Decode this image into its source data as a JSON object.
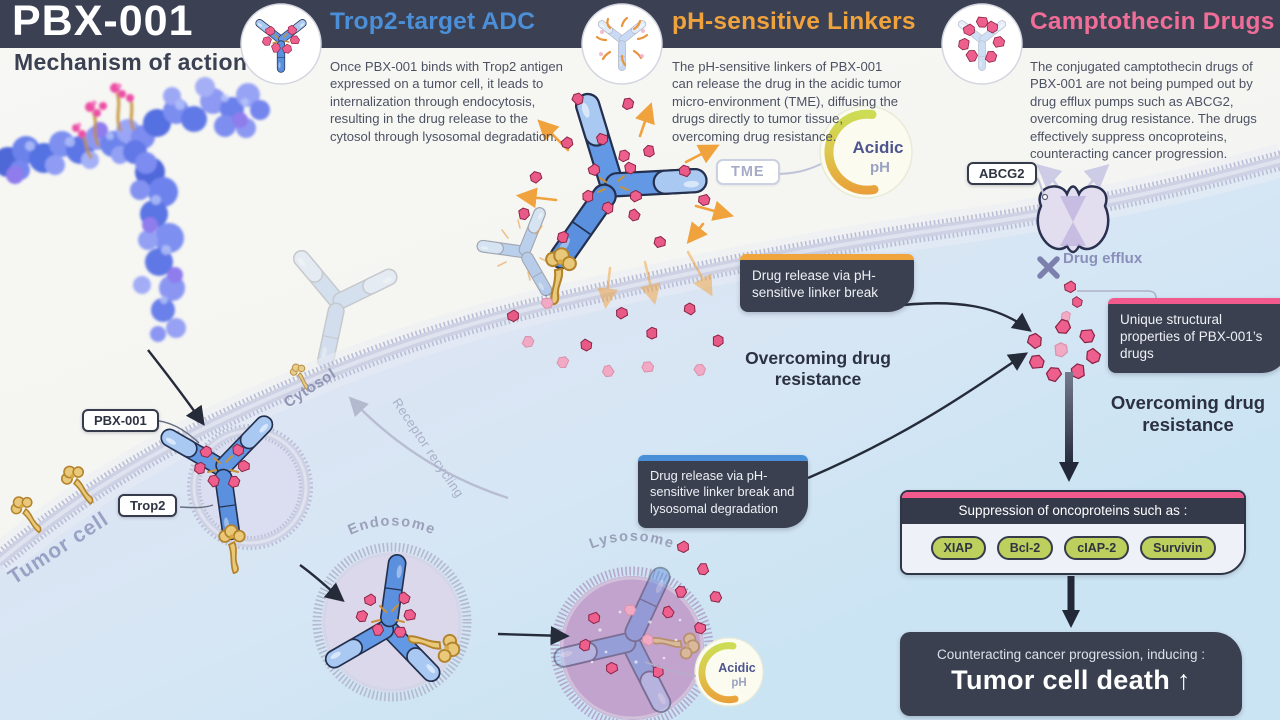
{
  "header": {
    "product": "PBX-001",
    "subtitle": "Mechanism of action"
  },
  "sections": [
    {
      "title": "Trop2-target ADC",
      "accent": "#4a8fd8",
      "description": "Once PBX-001 binds with Trop2 antigen expressed on a tumor cell, it leads to internalization through endocytosis, resulting in the drug release to the cytosol through lysosomal degradation."
    },
    {
      "title": "pH-sensitive Linkers",
      "accent": "#f0a23c",
      "description": "The pH-sensitive linkers of PBX-001 can release the drug in the acidic tumor micro-environment (TME), diffusing the drugs directly to tumor tissue, overcoming drug resistance."
    },
    {
      "title": "Camptothecin Drugs",
      "accent": "#ef6d97",
      "description": "The conjugated camptothecin drugs of PBX-001 are not being pumped out by drug efflux pumps such as ABCG2, overcoming drug resistance. The drugs effectively suppress oncoproteins, counteracting cancer progression."
    }
  ],
  "labels": {
    "pbx001": "PBX-001",
    "trop2": "Trop2",
    "tme": "TME",
    "abcg2": "ABCG2",
    "drug_efflux": "Drug efflux",
    "tumor_cell": "Tumor cell",
    "cytosol": "Cytosol",
    "receptor_recycling": "Receptor recycling",
    "endosome": "Endosome",
    "lysosome": "Lysosome"
  },
  "gauge": {
    "line1": "Acidic",
    "line2": "pH"
  },
  "callouts": {
    "linker_break": "Drug release via pH-sensitive linker break",
    "linker_break_sub": "Overcoming drug resistance",
    "unique_props": "Unique structural properties of PBX-001’s drugs",
    "unique_props_sub": "Overcoming drug resistance",
    "lysosomal": "Drug release via pH-sensitive linker break and lysosomal degradation"
  },
  "suppression": {
    "title": "Suppression of oncoproteins such as :",
    "pills": [
      "XIAP",
      "Bcl-2",
      "cIAP-2",
      "Survivin"
    ]
  },
  "outcome": {
    "intro": "Counteracting cancer progression, inducing :",
    "result": "Tumor cell death",
    "arrow": "↑"
  },
  "colors": {
    "header_bar": "#3b4153",
    "section_blue": "#4a8fd8",
    "section_orange": "#f0a23c",
    "section_pink": "#ef6d97",
    "callout_dark": "#3a4050",
    "pill_green": "#bdd05e",
    "drug_pink": "#ee5f8d",
    "membrane": "#c6cbde",
    "cell_interior": "#d8e6f4"
  }
}
